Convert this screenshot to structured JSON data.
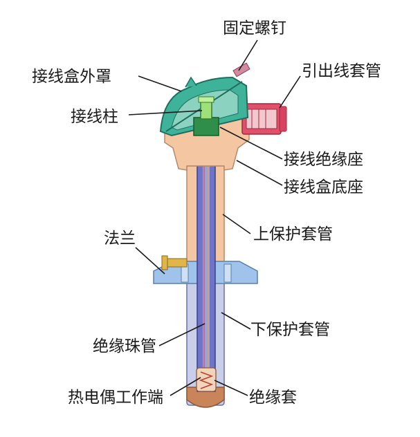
{
  "labels": {
    "fixing_screw": "固定螺钉",
    "lead_wire_sleeve": "引出线套管",
    "junction_box_cover": "接线盒外罩",
    "terminal_post": "接线柱",
    "terminal_insulating_seat": "接线绝缘座",
    "junction_box_base": "接线盒底座",
    "flange": "法兰",
    "upper_protective_tube": "上保护套管",
    "lower_protective_tube": "下保护套管",
    "insulating_bead_tube": "绝缘珠管",
    "thermocouple_hot_junction": "热电偶工作端",
    "insulating_sleeve": "绝缘套"
  },
  "colors": {
    "cover": "#3fb39a",
    "base": "#f4c6a2",
    "red_fitting": "#e0506a",
    "flange": "#9fc3ea",
    "inner_tube": "#6e74c8",
    "terminal": "#3cae5a",
    "tip": "#c9845a"
  }
}
